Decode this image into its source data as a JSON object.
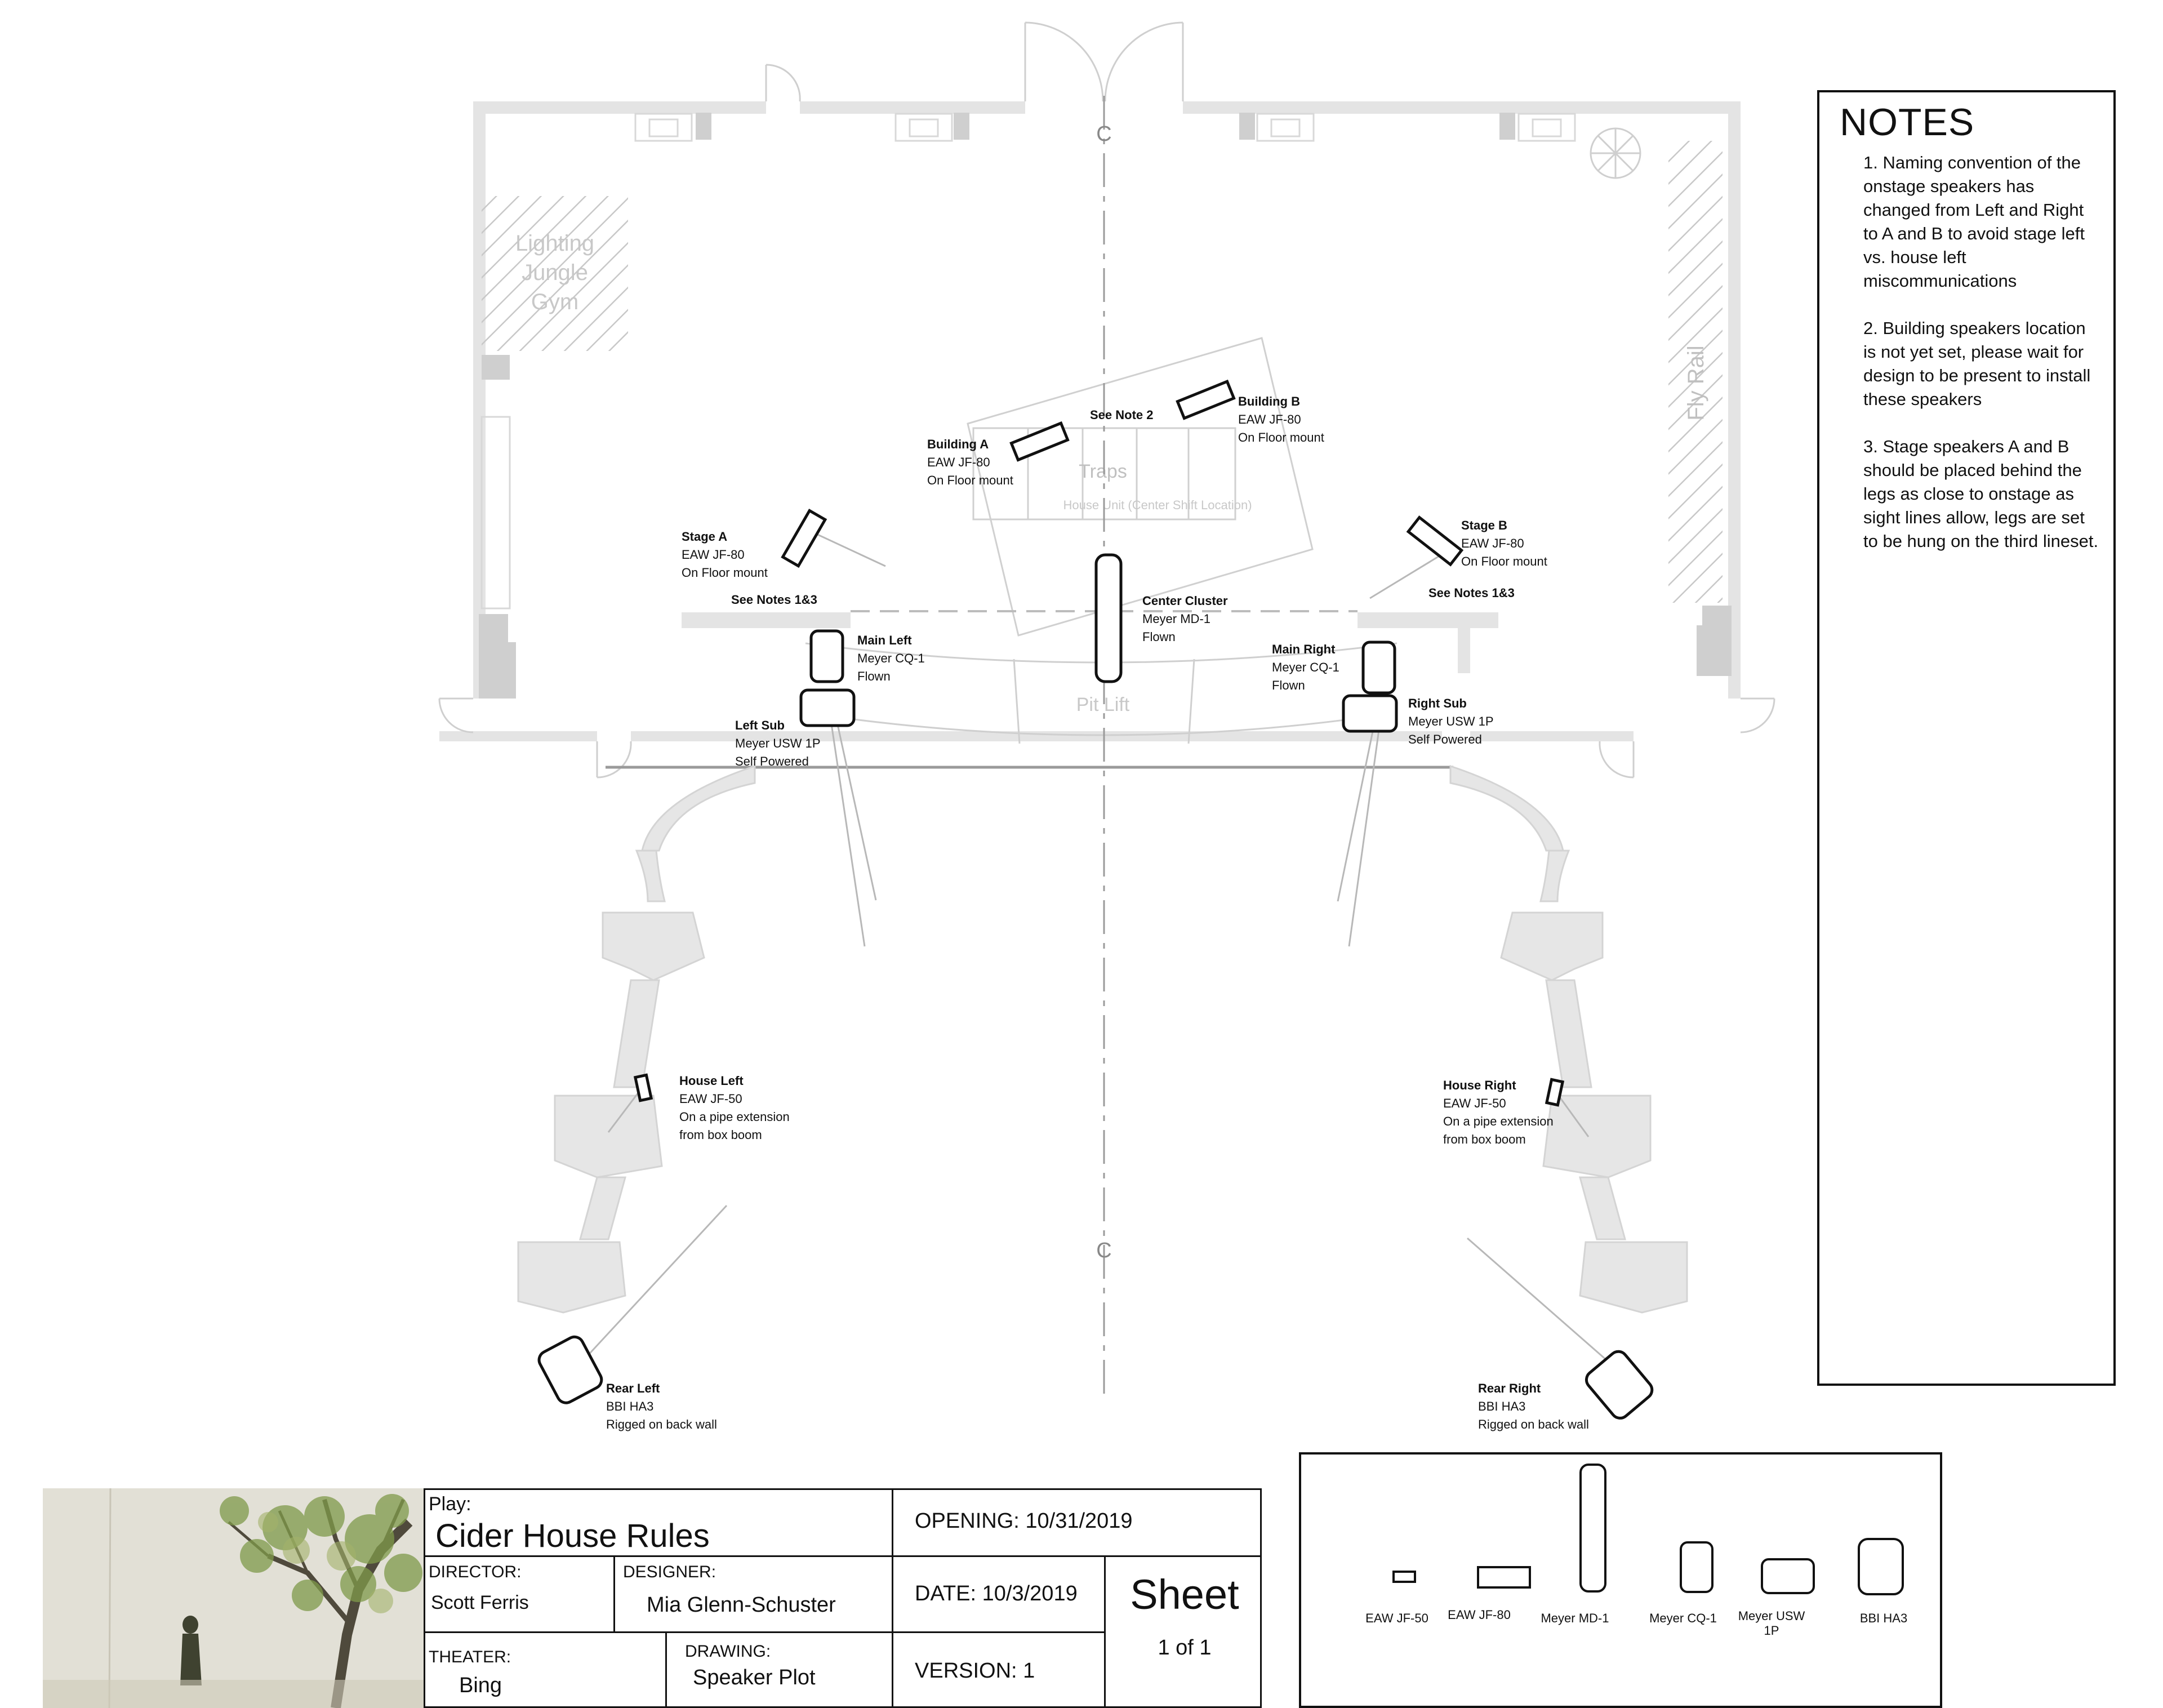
{
  "drawing": {
    "centerline_marks": [
      "C",
      "C"
    ],
    "rooms": {
      "lighting_jungle_gym": "Lighting Jungle Gym",
      "fly_rail": "Fly Rail",
      "traps": "Traps",
      "house_unit": "House Unit (Center Shift Location)",
      "pit_lift": "Pit Lift"
    },
    "callouts": {
      "see_note_2": "See Note 2",
      "see_notes_left": "See Notes 1&3",
      "see_notes_right": "See Notes 1&3"
    },
    "speakers": [
      {
        "id": "building-a",
        "name": "Building A",
        "model": "EAW JF-80",
        "mount": "On Floor mount"
      },
      {
        "id": "building-b",
        "name": "Building B",
        "model": "EAW JF-80",
        "mount": "On Floor mount"
      },
      {
        "id": "stage-a",
        "name": "Stage A",
        "model": "EAW JF-80",
        "mount": "On Floor mount"
      },
      {
        "id": "stage-b",
        "name": "Stage B",
        "model": "EAW JF-80",
        "mount": "On Floor mount"
      },
      {
        "id": "center-cluster",
        "name": "Center Cluster",
        "model": "Meyer  MD-1",
        "mount": "Flown"
      },
      {
        "id": "main-left",
        "name": "Main Left",
        "model": "Meyer CQ-1",
        "mount": "Flown"
      },
      {
        "id": "main-right",
        "name": "Main Right",
        "model": "Meyer CQ-1",
        "mount": "Flown"
      },
      {
        "id": "left-sub",
        "name": "Left Sub",
        "model": "Meyer USW 1P",
        "mount": "Self Powered"
      },
      {
        "id": "right-sub",
        "name": "Right Sub",
        "model": "Meyer USW 1P",
        "mount": "Self Powered"
      },
      {
        "id": "house-left",
        "name": "House Left",
        "model": "EAW JF-50",
        "mount": "On a pipe extension",
        "mount2": "from box boom"
      },
      {
        "id": "house-right",
        "name": "House Right",
        "model": "EAW JF-50",
        "mount": "On a pipe extension",
        "mount2": "from box boom"
      },
      {
        "id": "rear-left",
        "name": "Rear Left",
        "model": "BBI HA3",
        "mount": "Rigged on back wall"
      },
      {
        "id": "rear-right",
        "name": "Rear Right",
        "model": "BBI HA3",
        "mount": "Rigged on back wall"
      }
    ]
  },
  "notes": {
    "title": "NOTES",
    "items": [
      "1. Naming convention of the onstage speakers has changed from Left and Right to A and B to avoid stage left vs. house left miscommunications",
      "2. Building speakers location is not yet set, please wait for design to be present to install these speakers",
      "3. Stage speakers A and B should be placed behind the legs as close to onstage as sight lines allow, legs are set to be hung on the third lineset."
    ]
  },
  "title_block": {
    "play_label": "Play:",
    "play": "Cider House Rules",
    "opening_label": "OPENING:",
    "opening": "10/31/2019",
    "director_label": "DIRECTOR:",
    "director": "Scott Ferris",
    "designer_label": "DESIGNER:",
    "designer": "Mia Glenn-Schuster",
    "date_label": "DATE:",
    "date": "10/3/2019",
    "sheet_label": "Sheet",
    "sheet": "1 of 1",
    "theater_label": "THEATER:",
    "theater": "Bing",
    "drawing_label": "DRAWING:",
    "drawing": "Speaker Plot",
    "version_label": "VERSION:",
    "version": "1"
  },
  "legend": [
    {
      "id": "eaw-jf-50",
      "label": "EAW JF-50"
    },
    {
      "id": "eaw-jf-80",
      "label": "EAW JF-80"
    },
    {
      "id": "meyer-md-1",
      "label": "Meyer  MD-1"
    },
    {
      "id": "meyer-cq-1",
      "label": "Meyer CQ-1"
    },
    {
      "id": "meyer-usw-1p",
      "label": "Meyer USW 1P"
    },
    {
      "id": "bbi-ha3",
      "label": "BBI HA3"
    }
  ]
}
